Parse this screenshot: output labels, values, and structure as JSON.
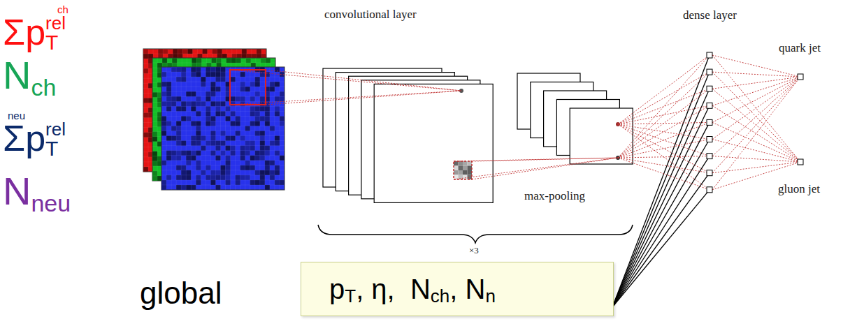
{
  "diagram": {
    "nodes": [
      {
        "text": [
          "p",
          "T",
          ", η,  N",
          "ch",
          ", N",
          "n"
        ]
      }
    ],
    "labels": [
      "ch",
      "Σp",
      "T",
      "rel",
      "N",
      "ch",
      "neu",
      "Σp",
      "T",
      "rel",
      "N",
      "neu",
      "convolutional layer",
      "dense layer",
      "quark jet",
      "gluon jet",
      "max-pooling",
      "×3",
      "global"
    ]
  }
}
